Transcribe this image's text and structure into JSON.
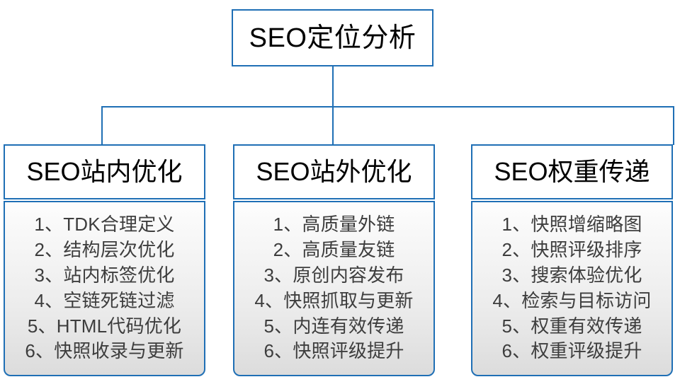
{
  "diagram": {
    "type": "org-chart",
    "title": "SEO定位分析",
    "colors": {
      "border": "#1f6fb5",
      "connector": "#1f6fb5",
      "header_bg": "#ffffff",
      "list_gradient_top": "#fdfdfd",
      "list_gradient_bottom": "#dcdcdc",
      "header_text": "#000000",
      "list_text": "#3d3d3d"
    },
    "root": {
      "label": "SEO定位分析"
    },
    "branches": [
      {
        "header": "SEO站内优化",
        "items": [
          "1、TDK合理定义",
          "2、结构层次优化",
          "3、站内标签优化",
          "4、空链死链过滤",
          "5、HTML代码优化",
          "6、快照收录与更新"
        ]
      },
      {
        "header": "SEO站外优化",
        "items": [
          "1、高质量外链",
          "2、高质量友链",
          "3、原创内容发布",
          "4、快照抓取与更新",
          "5、内连有效传递",
          "6、快照评级提升"
        ]
      },
      {
        "header": "SEO权重传递",
        "items": [
          "1、快照增缩略图",
          "2、快照评级排序",
          "3、搜索体验优化",
          "4、检索与目标访问",
          "5、权重有效传递",
          "6、权重评级提升"
        ]
      }
    ]
  }
}
